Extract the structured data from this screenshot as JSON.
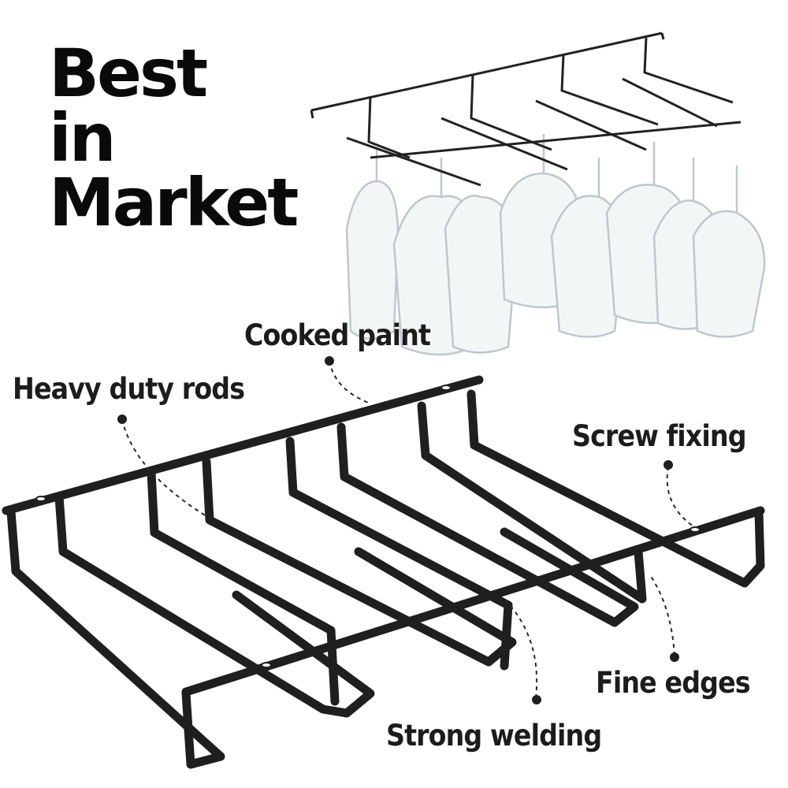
{
  "headline": {
    "line1": "Best",
    "line2": "in",
    "line3": "Market"
  },
  "callouts": {
    "cooked_paint": "Cooked paint",
    "heavy_duty_rods": "Heavy duty rods",
    "screw_fixing": "Screw fixing",
    "fine_edges": "Fine edges",
    "strong_welding": "Strong welding"
  },
  "colors": {
    "text": "#1c1c1c",
    "rack": "#222222",
    "glass": "#cfd6da",
    "background": "#ffffff"
  }
}
